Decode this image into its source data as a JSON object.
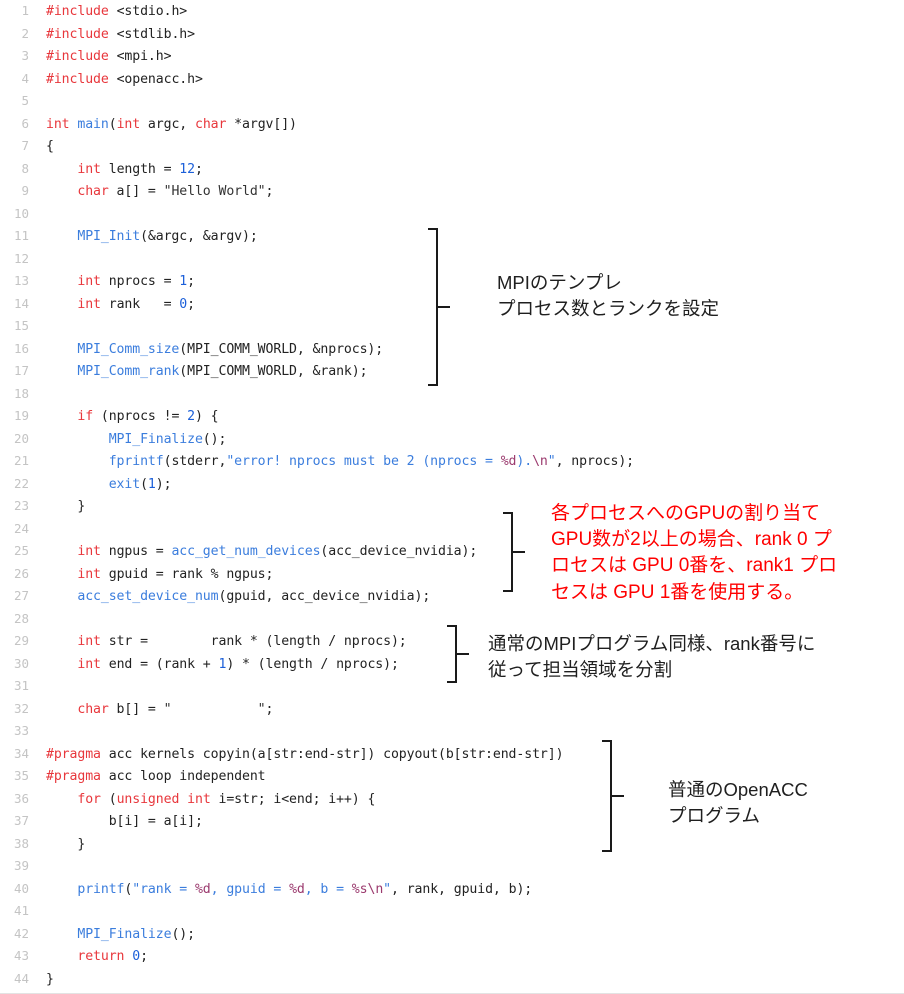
{
  "document": {
    "kind": "c-source-listing",
    "language": "C",
    "title": "MPI + OpenACC hello world sample"
  },
  "palette": {
    "keyword": "#e8373c",
    "function": "#3b7ddd",
    "number": "#1b5fd9",
    "string": "#333333",
    "escape": "#9b3a6e",
    "plain": "#222222",
    "line_number": "#c4c4c4",
    "annotation_black": "#1f1f1f",
    "annotation_red": "#ff0000",
    "background": "#ffffff"
  },
  "code_lines": [
    {
      "n": "1",
      "tokens": [
        {
          "t": "#include ",
          "c": "kw"
        },
        {
          "t": "<stdio.h>",
          "c": "pl"
        }
      ]
    },
    {
      "n": "2",
      "tokens": [
        {
          "t": "#include ",
          "c": "kw"
        },
        {
          "t": "<stdlib.h>",
          "c": "pl"
        }
      ]
    },
    {
      "n": "3",
      "tokens": [
        {
          "t": "#include ",
          "c": "kw"
        },
        {
          "t": "<mpi.h>",
          "c": "pl"
        }
      ]
    },
    {
      "n": "4",
      "tokens": [
        {
          "t": "#include ",
          "c": "kw"
        },
        {
          "t": "<openacc.h>",
          "c": "pl"
        }
      ]
    },
    {
      "n": "5",
      "tokens": []
    },
    {
      "n": "6",
      "tokens": [
        {
          "t": "int ",
          "c": "kw"
        },
        {
          "t": "main",
          "c": "fn"
        },
        {
          "t": "(",
          "c": "pl"
        },
        {
          "t": "int",
          "c": "kw"
        },
        {
          "t": " argc, ",
          "c": "pl"
        },
        {
          "t": "char",
          "c": "kw"
        },
        {
          "t": " *argv[])",
          "c": "pl"
        }
      ]
    },
    {
      "n": "7",
      "tokens": [
        {
          "t": "{",
          "c": "pl"
        }
      ]
    },
    {
      "n": "8",
      "tokens": [
        {
          "t": "    ",
          "c": "pl"
        },
        {
          "t": "int",
          "c": "kw"
        },
        {
          "t": " length = ",
          "c": "pl"
        },
        {
          "t": "12",
          "c": "num"
        },
        {
          "t": ";",
          "c": "pl"
        }
      ]
    },
    {
      "n": "9",
      "tokens": [
        {
          "t": "    ",
          "c": "pl"
        },
        {
          "t": "char",
          "c": "kw"
        },
        {
          "t": " a[] = ",
          "c": "pl"
        },
        {
          "t": "\"Hello World\"",
          "c": "str"
        },
        {
          "t": ";",
          "c": "pl"
        }
      ]
    },
    {
      "n": "10",
      "tokens": []
    },
    {
      "n": "11",
      "tokens": [
        {
          "t": "    ",
          "c": "pl"
        },
        {
          "t": "MPI_Init",
          "c": "fn"
        },
        {
          "t": "(&argc, &argv);",
          "c": "pl"
        }
      ]
    },
    {
      "n": "12",
      "tokens": []
    },
    {
      "n": "13",
      "tokens": [
        {
          "t": "    ",
          "c": "pl"
        },
        {
          "t": "int",
          "c": "kw"
        },
        {
          "t": " nprocs = ",
          "c": "pl"
        },
        {
          "t": "1",
          "c": "num"
        },
        {
          "t": ";",
          "c": "pl"
        }
      ]
    },
    {
      "n": "14",
      "tokens": [
        {
          "t": "    ",
          "c": "pl"
        },
        {
          "t": "int",
          "c": "kw"
        },
        {
          "t": " rank   = ",
          "c": "pl"
        },
        {
          "t": "0",
          "c": "num"
        },
        {
          "t": ";",
          "c": "pl"
        }
      ]
    },
    {
      "n": "15",
      "tokens": []
    },
    {
      "n": "16",
      "tokens": [
        {
          "t": "    ",
          "c": "pl"
        },
        {
          "t": "MPI_Comm_size",
          "c": "fn"
        },
        {
          "t": "(MPI_COMM_WORLD, &nprocs);",
          "c": "pl"
        }
      ]
    },
    {
      "n": "17",
      "tokens": [
        {
          "t": "    ",
          "c": "pl"
        },
        {
          "t": "MPI_Comm_rank",
          "c": "fn"
        },
        {
          "t": "(MPI_COMM_WORLD, &rank);",
          "c": "pl"
        }
      ]
    },
    {
      "n": "18",
      "tokens": []
    },
    {
      "n": "19",
      "tokens": [
        {
          "t": "    ",
          "c": "pl"
        },
        {
          "t": "if",
          "c": "kw"
        },
        {
          "t": " (nprocs != ",
          "c": "pl"
        },
        {
          "t": "2",
          "c": "num"
        },
        {
          "t": ") {",
          "c": "pl"
        }
      ]
    },
    {
      "n": "20",
      "tokens": [
        {
          "t": "        ",
          "c": "pl"
        },
        {
          "t": "MPI_Finalize",
          "c": "fn"
        },
        {
          "t": "();",
          "c": "pl"
        }
      ]
    },
    {
      "n": "21",
      "tokens": [
        {
          "t": "        ",
          "c": "pl"
        },
        {
          "t": "fprintf",
          "c": "fn"
        },
        {
          "t": "(stderr,",
          "c": "pl"
        },
        {
          "t": "\"error! nprocs must be 2 (nprocs = ",
          "c": "fn"
        },
        {
          "t": "%d",
          "c": "esc"
        },
        {
          "t": ").",
          "c": "fn"
        },
        {
          "t": "\\n",
          "c": "esc"
        },
        {
          "t": "\"",
          "c": "fn"
        },
        {
          "t": ", nprocs);",
          "c": "pl"
        }
      ]
    },
    {
      "n": "22",
      "tokens": [
        {
          "t": "        ",
          "c": "pl"
        },
        {
          "t": "exit",
          "c": "fn"
        },
        {
          "t": "(",
          "c": "pl"
        },
        {
          "t": "1",
          "c": "num"
        },
        {
          "t": ");",
          "c": "pl"
        }
      ]
    },
    {
      "n": "23",
      "tokens": [
        {
          "t": "    }",
          "c": "pl"
        }
      ]
    },
    {
      "n": "24",
      "tokens": []
    },
    {
      "n": "25",
      "tokens": [
        {
          "t": "    ",
          "c": "pl"
        },
        {
          "t": "int",
          "c": "kw"
        },
        {
          "t": " ngpus = ",
          "c": "pl"
        },
        {
          "t": "acc_get_num_devices",
          "c": "fn"
        },
        {
          "t": "(acc_device_nvidia);",
          "c": "pl"
        }
      ]
    },
    {
      "n": "26",
      "tokens": [
        {
          "t": "    ",
          "c": "pl"
        },
        {
          "t": "int",
          "c": "kw"
        },
        {
          "t": " gpuid = rank % ngpus;",
          "c": "pl"
        }
      ]
    },
    {
      "n": "27",
      "tokens": [
        {
          "t": "    ",
          "c": "pl"
        },
        {
          "t": "acc_set_device_num",
          "c": "fn"
        },
        {
          "t": "(gpuid, acc_device_nvidia);",
          "c": "pl"
        }
      ]
    },
    {
      "n": "28",
      "tokens": []
    },
    {
      "n": "29",
      "tokens": [
        {
          "t": "    ",
          "c": "pl"
        },
        {
          "t": "int",
          "c": "kw"
        },
        {
          "t": " str =        rank * (length / nprocs);",
          "c": "pl"
        }
      ]
    },
    {
      "n": "30",
      "tokens": [
        {
          "t": "    ",
          "c": "pl"
        },
        {
          "t": "int",
          "c": "kw"
        },
        {
          "t": " end = (rank + ",
          "c": "pl"
        },
        {
          "t": "1",
          "c": "num"
        },
        {
          "t": ") * (length / nprocs);",
          "c": "pl"
        }
      ]
    },
    {
      "n": "31",
      "tokens": []
    },
    {
      "n": "32",
      "tokens": [
        {
          "t": "    ",
          "c": "pl"
        },
        {
          "t": "char",
          "c": "kw"
        },
        {
          "t": " b[] = ",
          "c": "pl"
        },
        {
          "t": "\"           \"",
          "c": "str"
        },
        {
          "t": ";",
          "c": "pl"
        }
      ]
    },
    {
      "n": "33",
      "tokens": []
    },
    {
      "n": "34",
      "tokens": [
        {
          "t": "#pragma",
          "c": "kw"
        },
        {
          "t": " acc kernels copyin(a[str:end-str]) copyout(b[str:end-str])",
          "c": "pl"
        }
      ]
    },
    {
      "n": "35",
      "tokens": [
        {
          "t": "#pragma",
          "c": "kw"
        },
        {
          "t": " acc loop independent",
          "c": "pl"
        }
      ]
    },
    {
      "n": "36",
      "tokens": [
        {
          "t": "    ",
          "c": "pl"
        },
        {
          "t": "for",
          "c": "kw"
        },
        {
          "t": " (",
          "c": "pl"
        },
        {
          "t": "unsigned int",
          "c": "kw"
        },
        {
          "t": " i=str; i<end; i++) {",
          "c": "pl"
        }
      ]
    },
    {
      "n": "37",
      "tokens": [
        {
          "t": "        b[i] = a[i];",
          "c": "pl"
        }
      ]
    },
    {
      "n": "38",
      "tokens": [
        {
          "t": "    }",
          "c": "pl"
        }
      ]
    },
    {
      "n": "39",
      "tokens": []
    },
    {
      "n": "40",
      "tokens": [
        {
          "t": "    ",
          "c": "pl"
        },
        {
          "t": "printf",
          "c": "fn"
        },
        {
          "t": "(",
          "c": "pl"
        },
        {
          "t": "\"rank = ",
          "c": "fn"
        },
        {
          "t": "%d",
          "c": "esc"
        },
        {
          "t": ", gpuid = ",
          "c": "fn"
        },
        {
          "t": "%d",
          "c": "esc"
        },
        {
          "t": ", b = ",
          "c": "fn"
        },
        {
          "t": "%s",
          "c": "esc"
        },
        {
          "t": "\\n",
          "c": "esc"
        },
        {
          "t": "\"",
          "c": "fn"
        },
        {
          "t": ", rank, gpuid, b);",
          "c": "pl"
        }
      ]
    },
    {
      "n": "41",
      "tokens": []
    },
    {
      "n": "42",
      "tokens": [
        {
          "t": "    ",
          "c": "pl"
        },
        {
          "t": "MPI_Finalize",
          "c": "fn"
        },
        {
          "t": "();",
          "c": "pl"
        }
      ]
    },
    {
      "n": "43",
      "tokens": [
        {
          "t": "    ",
          "c": "pl"
        },
        {
          "t": "return",
          "c": "kw"
        },
        {
          "t": " ",
          "c": "pl"
        },
        {
          "t": "0",
          "c": "num"
        },
        {
          "t": ";",
          "c": "pl"
        }
      ]
    },
    {
      "n": "44",
      "tokens": [
        {
          "t": "}",
          "c": "pl"
        }
      ]
    }
  ],
  "annotations": [
    {
      "id": "mpi-template",
      "color": "black",
      "text": "MPIのテンプレ\nプロセス数とランクを設定",
      "covers_lines": "11-17"
    },
    {
      "id": "gpu-assignment",
      "color": "red",
      "text": "各プロセスへのGPUの割り当て\nGPU数が2以上の場合、rank 0 プ\nロセスは GPU 0番を、rank1 プロ\nセスは GPU 1番を使用する。",
      "covers_lines": "25-27"
    },
    {
      "id": "rank-partition",
      "color": "black",
      "text": "通常のMPIプログラム同様、rank番号に\n従って担当領域を分割",
      "covers_lines": "29-30"
    },
    {
      "id": "openacc-program",
      "color": "black",
      "text": "普通のOpenACC\nプログラム",
      "covers_lines": "34-38"
    }
  ]
}
